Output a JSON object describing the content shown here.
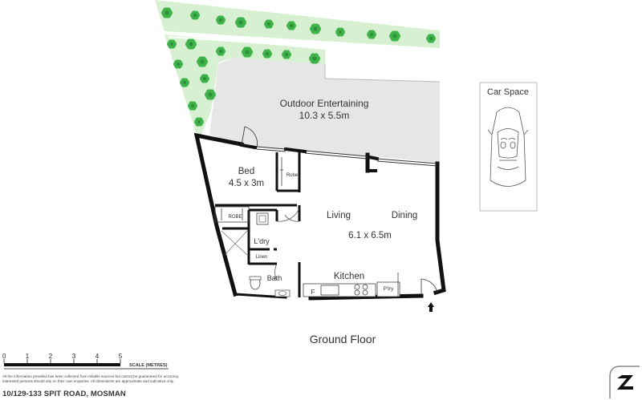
{
  "floor_title": "Ground Floor",
  "rooms": {
    "outdoor": {
      "name": "Outdoor Entertaining",
      "size": "10.3 x 5.5m"
    },
    "bed": {
      "name": "Bed",
      "size": "4.5 x 3m"
    },
    "living": {
      "name": "Living"
    },
    "dining": {
      "name": "Dining"
    },
    "living_dining_size": "6.1 x 6.5m",
    "kitchen": {
      "name": "Kitchen"
    },
    "laundry": {
      "name": "L'dry"
    },
    "linen": {
      "name": "Linen"
    },
    "bath": {
      "name": "Bath"
    },
    "robe_small": {
      "name": "Robe"
    },
    "robe_large": {
      "name": "ROBE"
    },
    "pantry": {
      "name": "P'try"
    },
    "fridge": {
      "name": "F"
    }
  },
  "car_space": {
    "label": "Car Space"
  },
  "scale": {
    "title": "SCALE (METRES)",
    "ticks": [
      "0",
      "1",
      "2",
      "3",
      "4",
      "5"
    ]
  },
  "disclaimer": "All the information provided has been collected from reliable sources but cannot be guaranteed for accuracy, interested persons should rely on their own enquiries. All dimensions are approximate and indicative only.",
  "address": "10/129-133 SPIT ROAD, MOSMAN",
  "colors": {
    "garden": "#d8f0d2",
    "plant": "#3fb24a",
    "paving": "#e6e6e6",
    "wall": "#111111"
  }
}
